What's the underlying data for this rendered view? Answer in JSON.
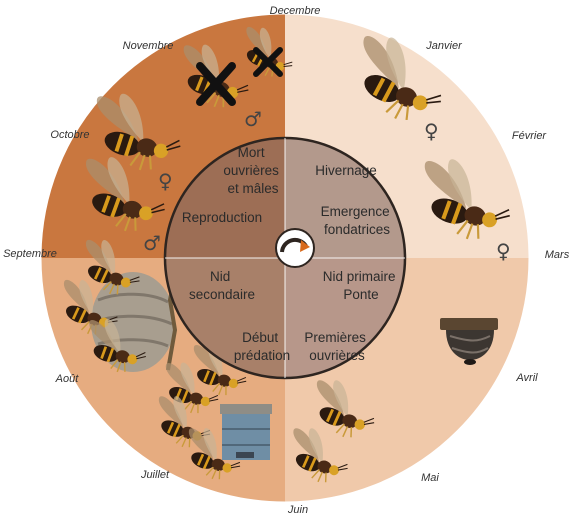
{
  "months": {
    "decembre": "Decembre",
    "janvier": "Janvier",
    "fevrier": "Février",
    "mars": "Mars",
    "avril": "Avril",
    "mai": "Mai",
    "juin": "Juin",
    "juillet": "Juillet",
    "aout": "Août",
    "septembre": "Septembre",
    "octobre": "Octobre",
    "novembre": "Novembre"
  },
  "phases": {
    "hivernage": [
      "Hivernage"
    ],
    "emergence": [
      "Emergence",
      "fondatrices"
    ],
    "nid_primaire": [
      "Nid primaire",
      "Ponte"
    ],
    "premieres_ouvrieres": [
      "Premières",
      "ouvrières"
    ],
    "debut_predation": [
      "Début",
      "prédation"
    ],
    "nid_secondaire": [
      "Nid",
      "secondaire"
    ],
    "reproduction": [
      "Reproduction"
    ],
    "mort": [
      "Mort",
      "ouvrières",
      "et mâles"
    ]
  },
  "symbols": {
    "female": "♀",
    "male": "♂"
  },
  "colors": {
    "quadrant_top_left": "#c9773f",
    "quadrant_top_right": "#f6dfcc",
    "quadrant_bottom_right": "#f0c9aa",
    "quadrant_bottom_left": "#e6ac80",
    "inner_top_left": "#9d6e55",
    "inner_top_right": "#b3998c",
    "inner_bottom_right": "#b7978a",
    "inner_bottom_left": "#a88069",
    "hornet_body": "#2a1a10",
    "hornet_band": "#e0a020"
  },
  "icons": [
    "hornet-queen",
    "hornet-worker",
    "crossed-male-hornet",
    "primary-nest",
    "secondary-nest",
    "beehive",
    "cycle-arrow-icon"
  ]
}
